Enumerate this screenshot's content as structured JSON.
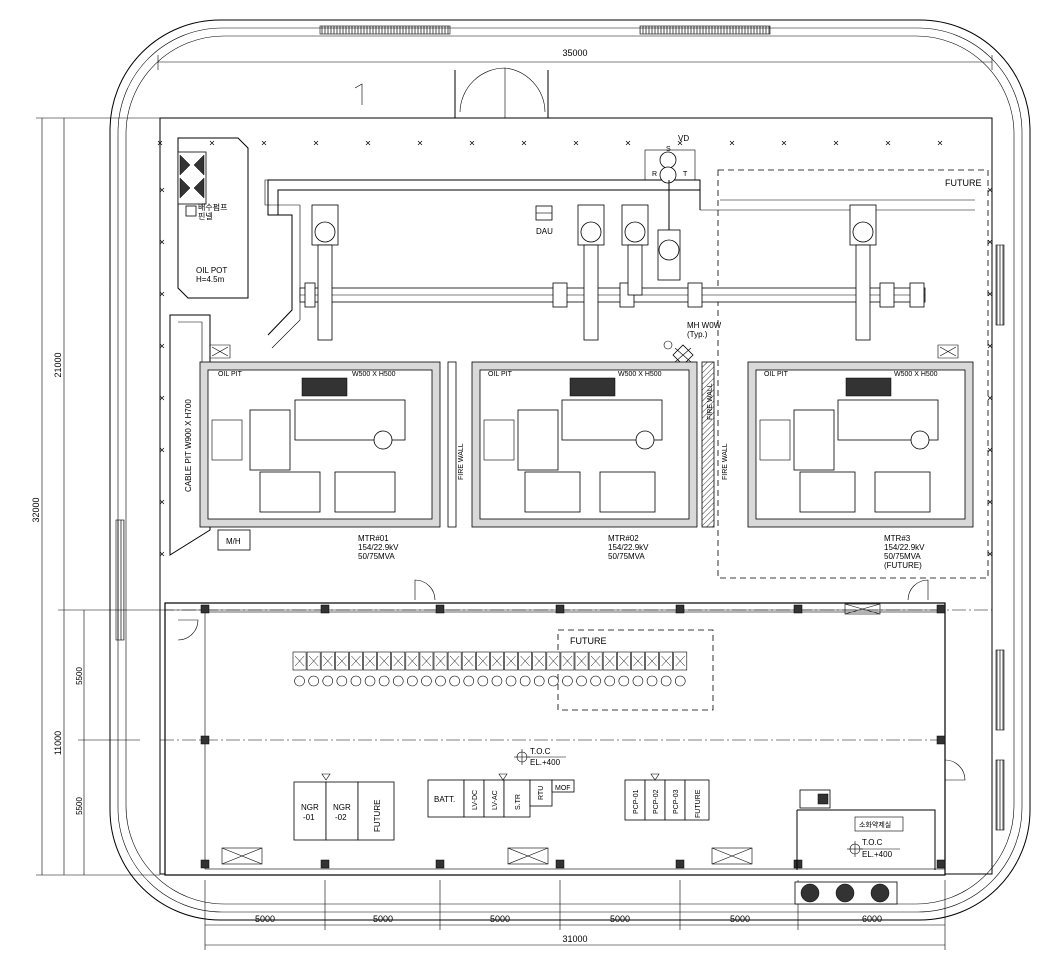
{
  "dimensions": {
    "top_total": "35000",
    "bottom_total": "31000",
    "bottom_bays": [
      "5000",
      "5000",
      "5000",
      "5000",
      "5000",
      "6000"
    ],
    "left_total": "32000",
    "left_upper": "21000",
    "left_lower": "11000",
    "left_bays": [
      "5500",
      "5500"
    ]
  },
  "labels": {
    "vd": "VD",
    "s": "S",
    "rt": "R",
    "t": "T",
    "dau": "DAU",
    "future_top": "FUTURE",
    "oil_pot_1": "OIL  POT",
    "oil_pot_2": "H=4.5m",
    "drain_pump": "배수펌프",
    "drain_pump_2": "핀넬",
    "manhole_1": "MH  W0W",
    "manhole_2": "(Typ.)",
    "cable_pit": "CABLE PIT W900 X H700",
    "fire_wall_1": "FIRE WALL",
    "fire_wall_2": "FIRE WALL",
    "fire_wall_3": "FIRE WALL",
    "mh_box": "M/H",
    "oil_pit": "OIL  PIT",
    "oil_pit_size": "W500 X H500",
    "future_bay": "FUTURE",
    "toc_1": "T.O.C",
    "el_1": "EL.+400",
    "toc_2": "T.O.C",
    "el_2": "EL.+400",
    "extinguisher_room": "소화약제실"
  },
  "transformers": [
    {
      "id": "MTR#01",
      "voltage": "154/22.9kV",
      "capacity": "50/75MVA",
      "note": ""
    },
    {
      "id": "MTR#02",
      "voltage": "154/22.9kV",
      "capacity": "50/75MVA",
      "note": ""
    },
    {
      "id": "MTR#3",
      "voltage": "154/22.9kV",
      "capacity": "50/75MVA",
      "note": "(FUTURE)"
    }
  ],
  "panels": {
    "ngr": [
      "NGR\n-01",
      "NGR\n-02",
      "FUTURE"
    ],
    "aux": [
      "BATT.",
      "LV-DC",
      "LV-AC",
      "S.TR",
      "RTU",
      "MOF"
    ],
    "pcp": [
      "PCP-01",
      "PCP-02",
      "PCP-03",
      "FUTURE"
    ]
  },
  "switchgear": {
    "cubicles": 28
  }
}
